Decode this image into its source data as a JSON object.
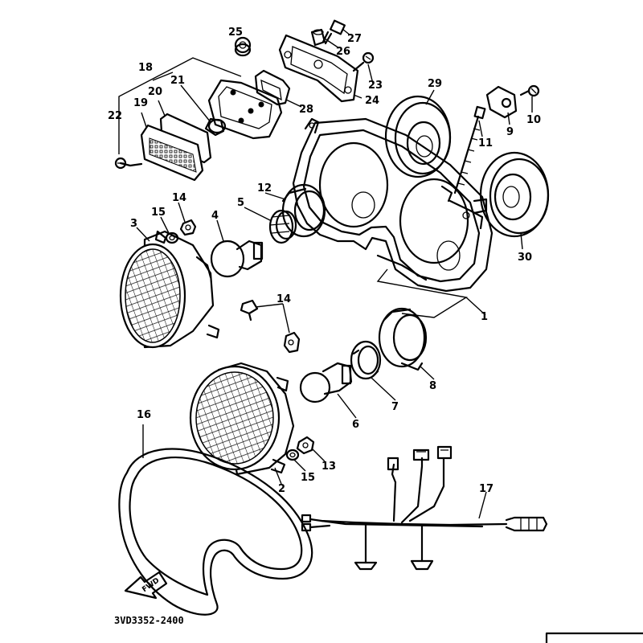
{
  "diagram": {
    "code": "3VD3352-2400",
    "fwd_label": "FWD",
    "callouts": [
      "1",
      "2",
      "3",
      "4",
      "5",
      "6",
      "7",
      "8",
      "9",
      "10",
      "11",
      "12",
      "13",
      "14",
      "14",
      "15",
      "15",
      "16",
      "17",
      "18",
      "19",
      "20",
      "21",
      "22",
      "23",
      "24",
      "25",
      "26",
      "27",
      "28",
      "29",
      "30"
    ]
  }
}
